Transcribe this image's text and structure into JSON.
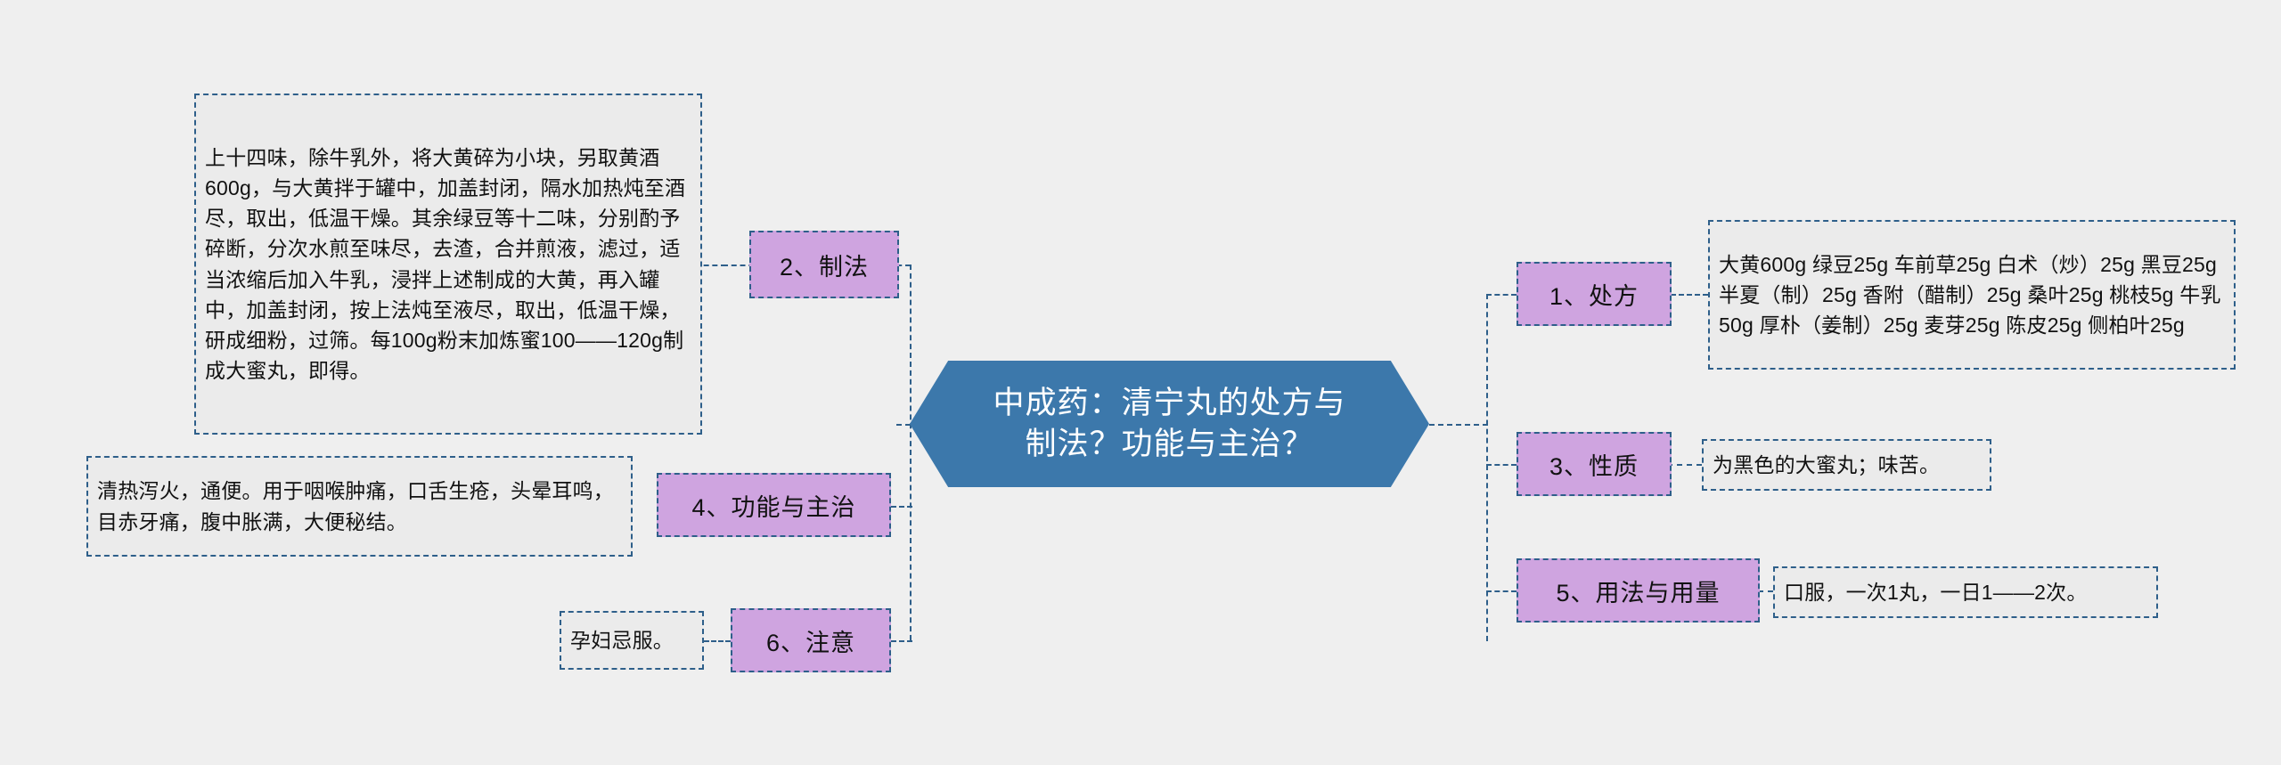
{
  "center": {
    "line1": "中成药：清宁丸的处方与",
    "line2": "制法？功能与主治？",
    "fill": "#3c78ab",
    "text_color": "#ffffff"
  },
  "style": {
    "topic_fill": "#cfa4e0",
    "desc_fill": "#ebebeb",
    "border": "#2e5f8a",
    "background": "#efefef"
  },
  "branches": {
    "prescription": {
      "topic": "1、处方",
      "detail": "大黄600g 绿豆25g 车前草25g 白术（炒）25g 黑豆25g 半夏（制）25g 香附（醋制）25g 桑叶25g 桃枝5g 牛乳50g 厚朴（姜制）25g 麦芽25g 陈皮25g 侧柏叶25g"
    },
    "preparation": {
      "topic": "2、制法",
      "detail": "上十四味，除牛乳外，将大黄碎为小块，另取黄酒600g，与大黄拌于罐中，加盖封闭，隔水加热炖至酒尽，取出，低温干燥。其余绿豆等十二味，分别酌予碎断，分次水煎至味尽，去渣，合并煎液，滤过，适当浓缩后加入牛乳，浸拌上述制成的大黄，再入罐中，加盖封闭，按上法炖至液尽，取出，低温干燥，研成细粉，过筛。每100g粉末加炼蜜100——120g制成大蜜丸，即得。"
    },
    "properties": {
      "topic": "3、性质",
      "detail": "为黑色的大蜜丸；味苦。"
    },
    "functions": {
      "topic": "4、功能与主治",
      "detail": "清热泻火，通便。用于咽喉肿痛，口舌生疮，头晕耳鸣，目赤牙痛，腹中胀满，大便秘结。"
    },
    "dosage": {
      "topic": "5、用法与用量",
      "detail": "口服，一次1丸，一日1——2次。"
    },
    "caution": {
      "topic": "6、注意",
      "detail": "孕妇忌服。"
    }
  }
}
